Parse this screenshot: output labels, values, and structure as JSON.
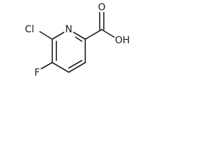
{
  "molecule": {
    "atoms": {
      "chlorine": "Cl",
      "nitrogen": "N",
      "fluorine": "F",
      "oxygen_carbonyl": "O",
      "hydroxyl": "OH"
    }
  }
}
